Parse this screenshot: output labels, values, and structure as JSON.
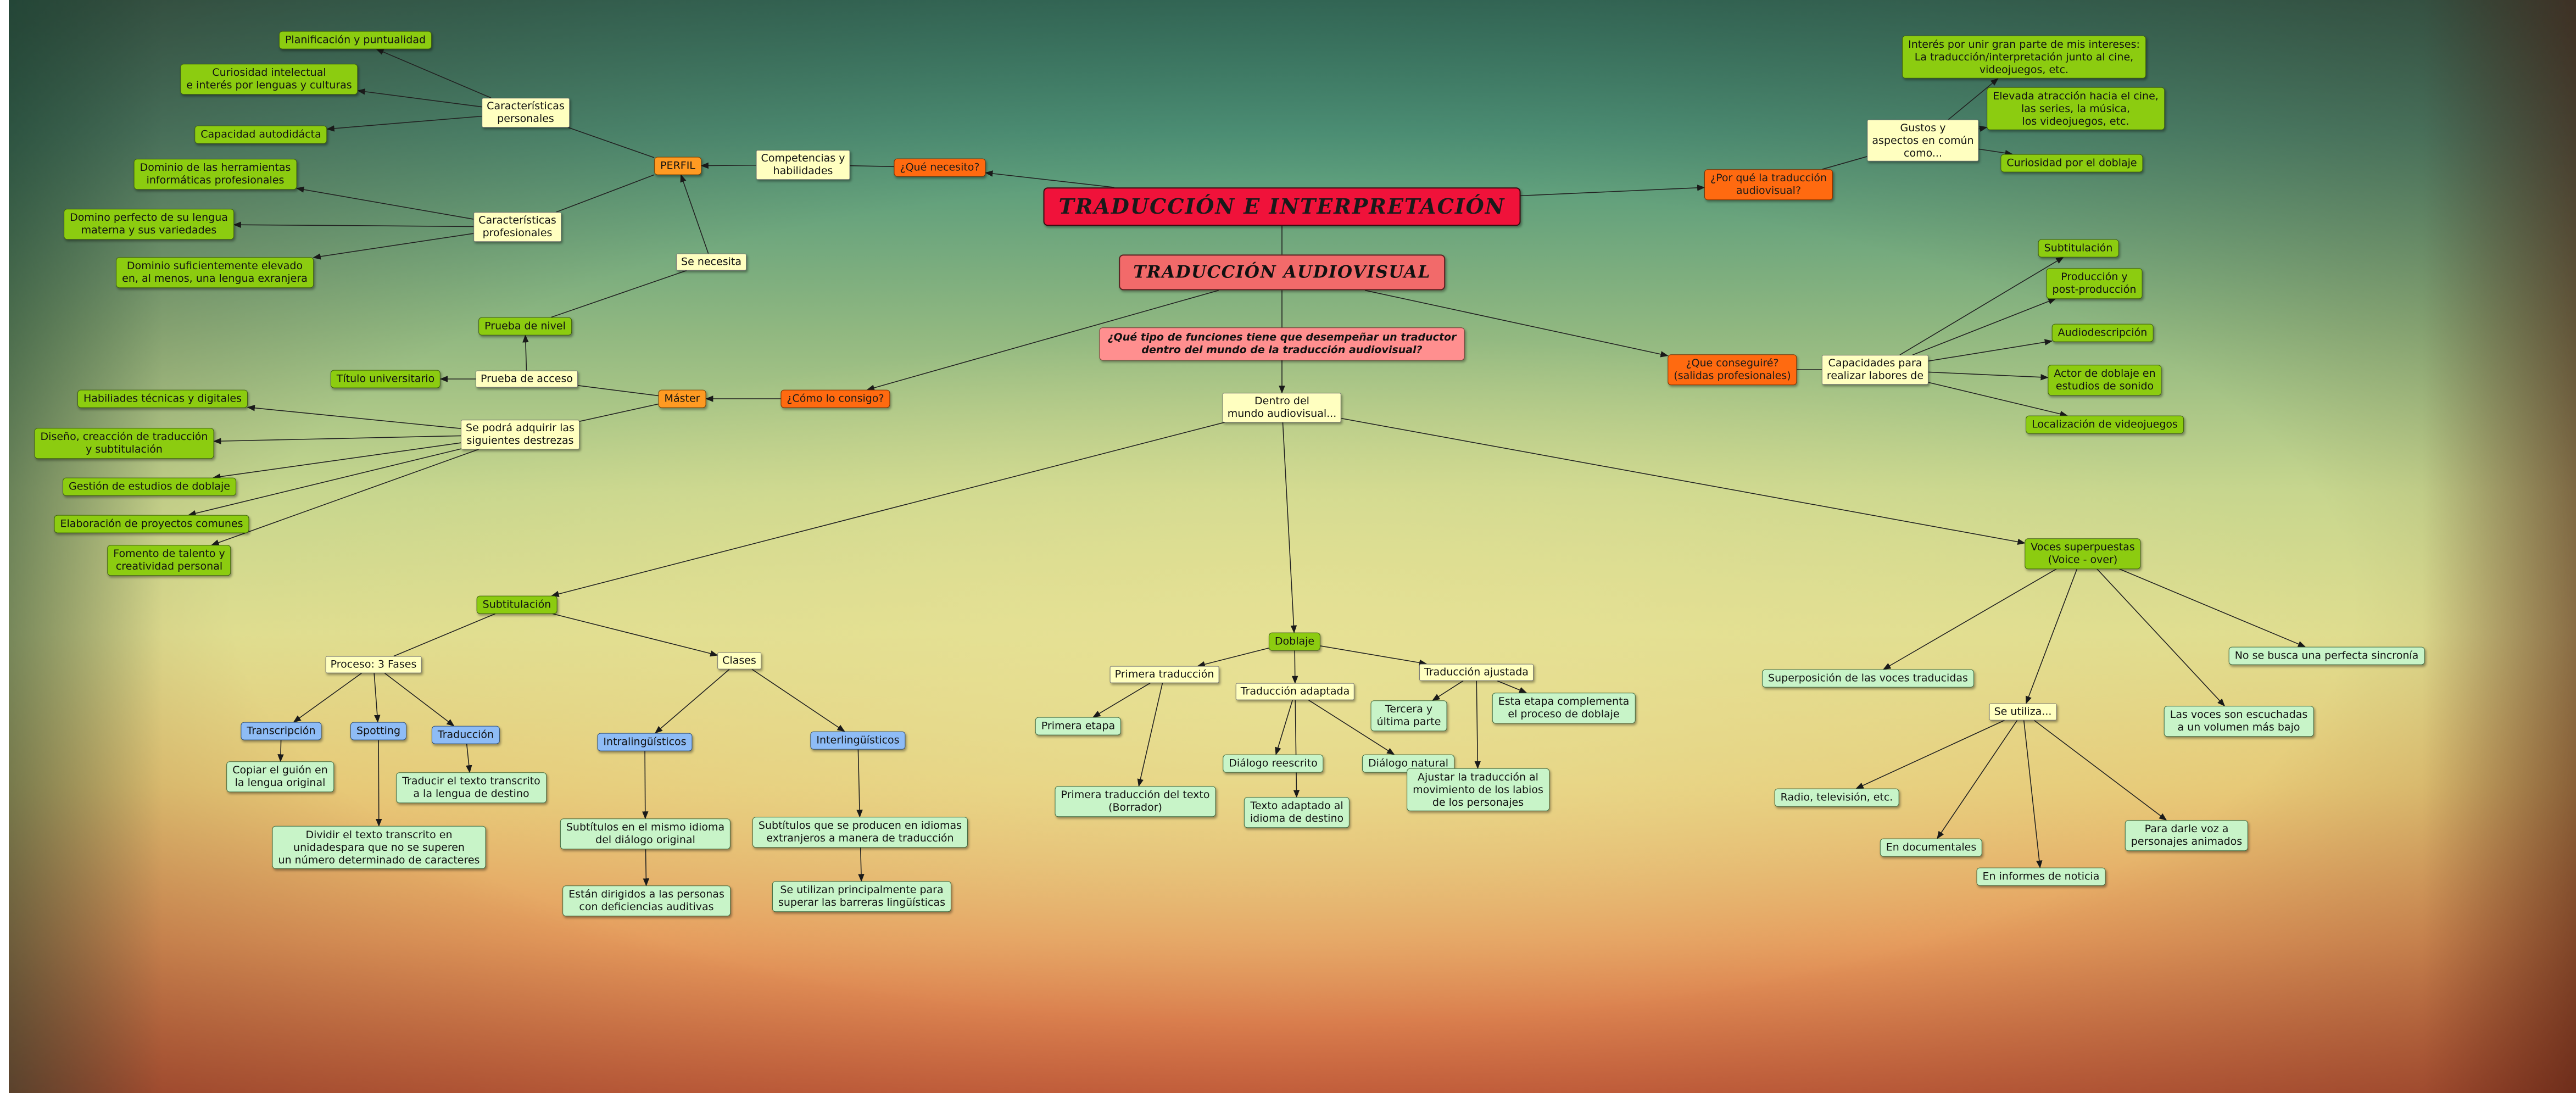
{
  "nodes": {
    "title": "TRADUCCIÓN E INTERPRETACIÓN",
    "audiovisual": "TRADUCCIÓN AUDIOVISUAL",
    "funciones_q": "¿Qué tipo de funciones tiene que desempeñar un traductor\ndentro del mundo de la traducción audiovisual?",
    "dentro": "Dentro del\nmundo audiovisual...",
    "que_necesito": "¿Qué necesito?",
    "competencias": "Competencias y\nhabilidades",
    "perfil": "PERFIL",
    "carac_personales": "Características\npersonales",
    "planificacion": "Planificación y puntualidad",
    "curiosidad": "Curiosidad intelectual\ne interés por lenguas y culturas",
    "autodidacta": "Capacidad autodidácta",
    "carac_profesionales": "Características\nprofesionales",
    "herramientas": "Dominio de las herramientas\ninformáticas profesionales",
    "lengua_materna": "Domino perfecto de su lengua\nmaterna y sus variedades",
    "lengua_extranjera": "Dominio suficientemente elevado\nen, al menos, una lengua exranjera",
    "se_necesita": "Se necesita",
    "prueba_nivel": "Prueba de nivel",
    "como_consigo": "¿Cómo lo consigo?",
    "master": "Máster",
    "prueba_acceso": "Prueba de acceso",
    "titulo_univ": "Título universitario",
    "destrezas": "Se podrá adquirir las\nsiguientes destrezas",
    "habilidades_tec": "Habiliades técnicas y digitales",
    "diseno": "Diseño, creacción de traducción\ny subtitulación",
    "gestion": "Gestión de estudios de doblaje",
    "proyectos": "Elaboración de proyectos comunes",
    "fomento": "Fomento de talento y\ncreatividad personal",
    "por_que": "¿Por qué la traducción\naudiovisual?",
    "gustos": "Gustos y\naspectos en común\ncomo...",
    "interes": "Interés por unir gran parte de mis intereses:\nLa traducción/interpretación junto al cine,\nvideojuegos, etc.",
    "atraccion": "Elevada atracción hacia el cine,\nlas series, la música,\nlos videojuegos, etc.",
    "curiosidad_doblaje": "Curiosidad por el doblaje",
    "que_conseguire": "¿Que conseguiré?\n(salidas profesionales)",
    "capacidades": "Capacidades para\nrealizar labores de",
    "subtitulacion_r": "Subtitulación",
    "produccion": "Producción y\npost-producción",
    "audiodescripcion": "Audiodescripción",
    "actor": "Actor de doblaje en\nestudios de sonido",
    "localizacion": "Localización de videojuegos",
    "voces": "Voces superpuestas\n(Voice - over)",
    "superposicion": "Superposición de las voces traducidas",
    "se_utiliza": "Se utiliza...",
    "sincronia": "No se busca una perfecta sincronía",
    "volumen": "Las voces son escuchadas\na un volumen más bajo",
    "radio": "Radio, televisión, etc.",
    "documentales": "En documentales",
    "informes": "En informes de noticia",
    "animados": "Para darle voz a\npersonajes animados",
    "subtitulacion": "Subtitulación",
    "proceso": "Proceso: 3 Fases",
    "transcripcion": "Transcripción",
    "spotting": "Spotting",
    "traduccion": "Traducción",
    "copiar": "Copiar el guión en\nla lengua original",
    "dividir": "Dividir el texto transcrito en\nunidadespara que no se superen\nun número determinado de caracteres",
    "traducir_texto": "Traducir el texto transcrito\na la lengua de destino",
    "clases": "Clases",
    "intralinguisticos": "Intralingüísticos",
    "interlinguisticos": "Interlingüísticos",
    "intra_desc": "Subtítulos en el mismo idioma\ndel diálogo original",
    "intra_desc2": "Están dirigidos a las personas\ncon deficiencias auditivas",
    "inter_desc": "Subtítulos que se producen en idiomas\nextranjeros a manera de traducción",
    "inter_desc2": "Se utilizan principalmente para\nsuperar las barreras lingüísticas",
    "doblaje": "Doblaje",
    "primera_trad": "Primera traducción",
    "trad_adaptada": "Traducción adaptada",
    "trad_ajustada": "Traducción ajustada",
    "primera_etapa": "Primera etapa",
    "borrador": "Primera traducción del texto\n(Borrador)",
    "dialogo_reescrito": "Diálogo reescrito",
    "texto_adaptado": "Texto adaptado al\nidioma de destino",
    "dialogo_natural": "Diálogo natural",
    "tercera_parte": "Tercera y\núltima parte",
    "complementa": "Esta etapa complementa\nel proceso de doblaje",
    "ajustar": "Ajustar la traducción al\nmovimiento de los labios\nde los personajes"
  },
  "colors": {
    "title": "#f0123a",
    "audiovisual": "#f26a6a",
    "question_orange": "#ff6a10",
    "green": "#8ccc10",
    "yellow": "#ffffc0",
    "mint": "#c8f4c8",
    "blue": "#8ebcf6",
    "line": "#222222"
  }
}
